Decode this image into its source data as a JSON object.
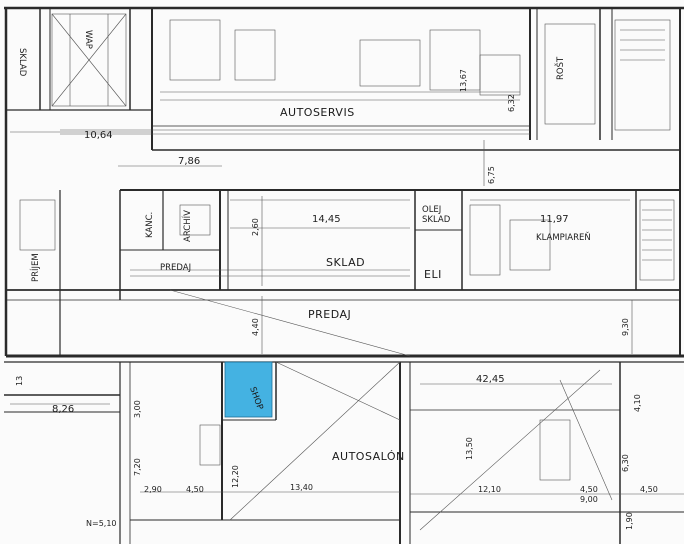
{
  "rooms": {
    "sklad_top": "SKLAD",
    "wap": "WAP",
    "autoservis": "AUTOSERVIS",
    "rost": "ROŠT",
    "kanc": "KANC.",
    "archiv": "ARCHÍV",
    "predaj_small": "PREDAJ",
    "sklad_mid": "SKLAD",
    "olej_line1": "OLEJ",
    "olej_line2": "SKLAD",
    "eli": "ELI",
    "klampiaren": "KLAMPIAREŇ",
    "prijem": "PRÍJEM",
    "predaj_main": "PREDAJ",
    "shop": "SHOP",
    "autosalon": "AUTOSALÓN"
  },
  "dimensions": {
    "d1064": "10,64",
    "d786": "7,86",
    "d1445": "14,45",
    "d1197": "11,97",
    "d1367": "13,67",
    "d632": "6,32",
    "d675": "6,75",
    "d260": "2,60",
    "d440": "4,40",
    "d930": "9,30",
    "d826": "8,26",
    "d300": "3,00",
    "d720": "7,20",
    "d1220": "12,20",
    "d4245": "42,45",
    "d1350": "13,50",
    "d410": "4,10",
    "d630": "6,30",
    "d290": "2,90",
    "d450a": "4,50",
    "d1340": "13,40",
    "d1210": "12,10",
    "d450b": "4,50",
    "d450c": "4,50",
    "d900": "9,00",
    "d190": "1,90",
    "d13": "13",
    "dN": "N=5,10"
  },
  "colors": {
    "highlight": "#3aaee0",
    "lines": "#2a2a2a"
  }
}
